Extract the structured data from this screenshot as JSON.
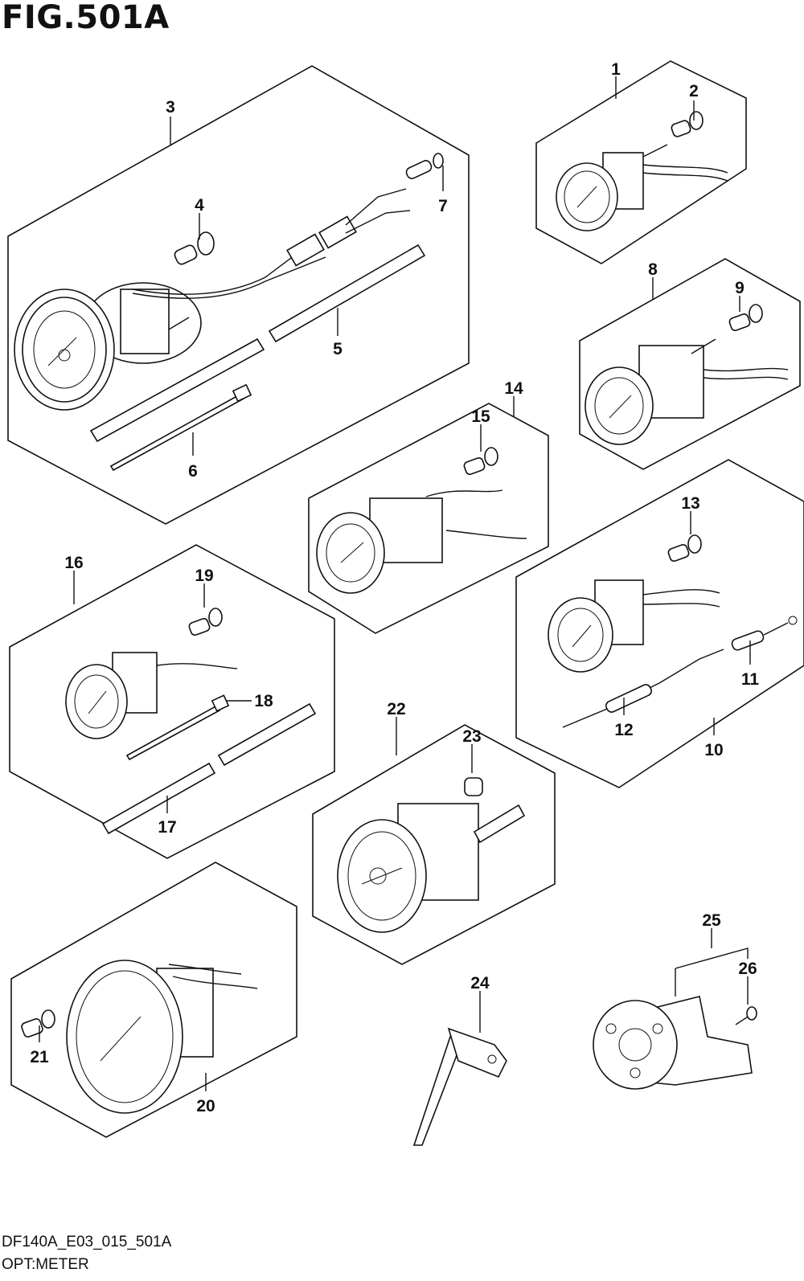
{
  "figure": {
    "title": "FIG.501A",
    "code": "DF140A_E03_015_501A",
    "caption": "OPT:METER"
  },
  "callouts": [
    "1",
    "2",
    "3",
    "4",
    "5",
    "6",
    "7",
    "8",
    "9",
    "10",
    "11",
    "12",
    "13",
    "14",
    "15",
    "16",
    "17",
    "18",
    "19",
    "20",
    "21",
    "22",
    "23",
    "24",
    "25",
    "26"
  ]
}
